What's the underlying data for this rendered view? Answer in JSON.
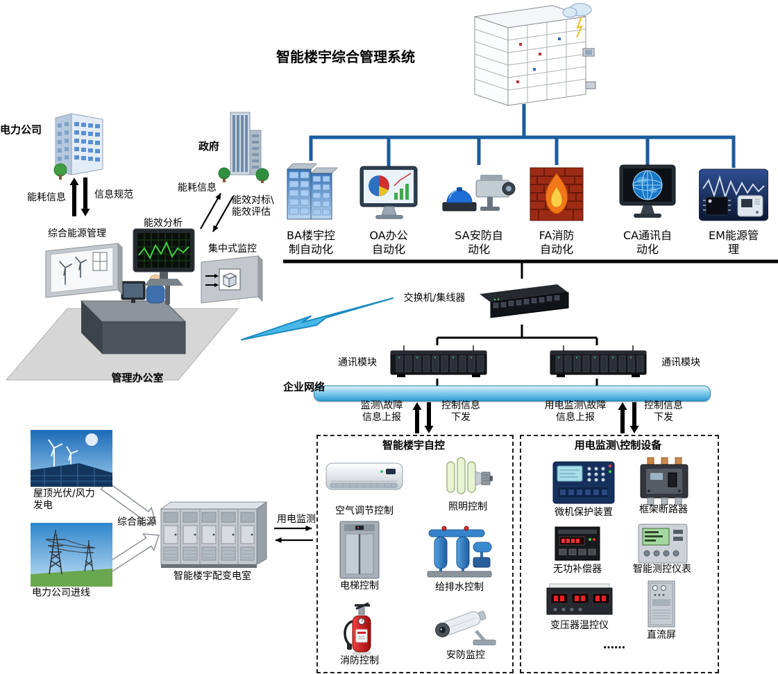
{
  "title": "智能楼宇综合管理系统",
  "subsystems": [
    {
      "label": "BA楼宇控\n制自动化",
      "icon": "server-towers-icon"
    },
    {
      "label": "OA办公\n自动化",
      "icon": "chart-monitor-icon"
    },
    {
      "label": "SA安防自\n动化",
      "icon": "siren-camera-icon"
    },
    {
      "label": "FA消防\n自动化",
      "icon": "firewall-flame-icon"
    },
    {
      "label": "CA通讯自\n动化",
      "icon": "globe-monitor-icon"
    },
    {
      "label": "EM能源管\n理",
      "icon": "energy-module-icon"
    }
  ],
  "network": {
    "switch_label": "交换机/集线器",
    "comm_module_left": "通讯模块",
    "comm_module_right": "通讯模块",
    "enterprise_label": "企业网络"
  },
  "flows": {
    "monitor_report": "监测\\故障\n信息上报",
    "control_down_left": "控制信息\n下发",
    "power_monitor_report": "用电监测\\故障\n信息上报",
    "control_down_right": "控制信息\n下发"
  },
  "left_side": {
    "power_company": "电力公司",
    "government": "政府",
    "energy_info": "能耗信息",
    "info_standard": "信息规范",
    "energy_info_gov": "能耗信息",
    "benchmark": "能效对标\\\n能效评估",
    "energy_management": "综合能源管理",
    "efficiency_analysis": "能效分析",
    "central_monitoring": "集中式监控",
    "office": "管理办公室"
  },
  "bottom_left": {
    "pv_wind": "屋顶光伏/风力\n发电",
    "utility_line": "电力公司进线",
    "integrated_energy": "综合能源",
    "substation": "智能楼宇配变电室",
    "power_monitoring": "用电监测"
  },
  "building_auto": {
    "title": "智能楼宇自控",
    "items": [
      {
        "label": "空气调节控制",
        "icon": "air-conditioner-icon"
      },
      {
        "label": "照明控制",
        "icon": "cfl-bulb-icon"
      },
      {
        "label": "电梯控制",
        "icon": "elevator-icon"
      },
      {
        "label": "给排水控制",
        "icon": "water-pump-icon"
      },
      {
        "label": "消防控制",
        "icon": "fire-extinguisher-icon"
      },
      {
        "label": "安防监控",
        "icon": "cctv-camera-icon"
      }
    ]
  },
  "power_devices": {
    "title": "用电监测\\控制设备",
    "items": [
      {
        "label": "微机保护装置",
        "icon": "protection-relay-icon"
      },
      {
        "label": "框架断路器",
        "icon": "circuit-breaker-icon"
      },
      {
        "label": "无功补偿器",
        "icon": "reactive-compensator-icon"
      },
      {
        "label": "智能测控仪表",
        "icon": "smart-meter-icon"
      },
      {
        "label": "变压器温控仪",
        "icon": "transformer-thermostat-icon"
      },
      {
        "label": "直流屏",
        "icon": "dc-panel-icon"
      }
    ],
    "ellipsis": "……"
  }
}
